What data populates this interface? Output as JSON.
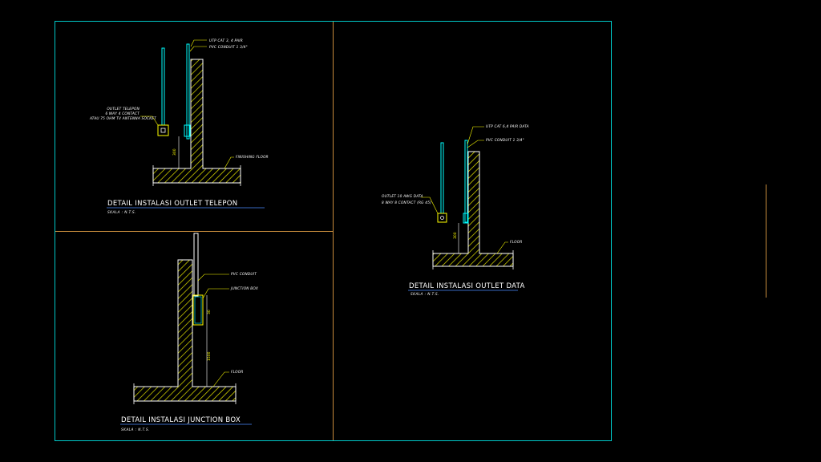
{
  "panels": {
    "telepon": {
      "title": "DETAIL INSTALASI OUTLET TELEPON",
      "scale": "SKALA : N.T.S.",
      "label_utp": "UTP CAT 3, 4 PAIR",
      "label_conduit": "PVC CONDUIT 1 3/4\"",
      "label_outlet_1": "OUTLET TELEPON",
      "label_outlet_2": "6 WAY 4 CONTACT",
      "label_outlet_3": "ATAU 75 OHM TV ANTENNA SOCKET",
      "label_floor": "FINISHING FLOOR",
      "dim": "300"
    },
    "junction": {
      "title": "DETAIL INSTALASI JUNCTION BOX",
      "scale": "SKALA : N.T.S.",
      "label_conduit": "PVC CONDUIT",
      "label_box": "JUNCTION BOX",
      "label_floor": "FLOOR",
      "dim_box": "30",
      "dim_height": "1500"
    },
    "data": {
      "title": "DETAIL  INSTALASI OUTLET DATA",
      "scale": "SKALA : N.T.S.",
      "label_utp": "UTP CAT 6,4 PAIR DATA",
      "label_conduit": "PVC CONDUIT 1 3/4\"",
      "label_outlet_1": "OUTLET 10 AWG DATA",
      "label_outlet_2": "8 WAY 8 CONTACT (RG 45)",
      "label_floor": "FLOOR",
      "dim": "300"
    }
  },
  "colors": {
    "frame": "#00c8c8",
    "divider": "#c88c3c",
    "hatch": "#e6e600",
    "wall": "#ffffff",
    "conduit": "#00ffff",
    "text": "#ffffff",
    "leader": "#ffff00"
  }
}
